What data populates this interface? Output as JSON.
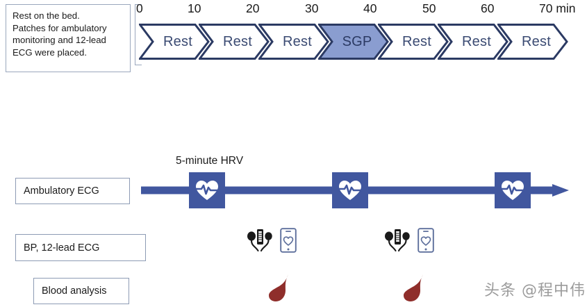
{
  "note": {
    "lines": [
      "Rest on the bed.",
      "Patches for ambulatory",
      "monitoring and 12-lead",
      "ECG were placed."
    ]
  },
  "axis": {
    "unit_label": "70 min",
    "ticks": [
      "0",
      "10",
      "20",
      "30",
      "40",
      "50",
      "60"
    ],
    "tick_values": [
      0,
      10,
      20,
      30,
      40,
      50,
      60,
      70
    ],
    "range_min": 0,
    "range_max": 70
  },
  "phases": [
    {
      "label": "Rest",
      "start": 0,
      "end": 10,
      "highlight": false
    },
    {
      "label": "Rest",
      "start": 10,
      "end": 20,
      "highlight": false
    },
    {
      "label": "Rest",
      "start": 20,
      "end": 30,
      "highlight": false
    },
    {
      "label": "SGP",
      "start": 30,
      "end": 40,
      "highlight": true
    },
    {
      "label": "Rest",
      "start": 40,
      "end": 50,
      "highlight": false
    },
    {
      "label": "Rest",
      "start": 50,
      "end": 60,
      "highlight": false
    },
    {
      "label": "Rest",
      "start": 60,
      "end": 70,
      "highlight": false
    }
  ],
  "rows": {
    "ecg": {
      "label": "Ambulatory ECG",
      "caption": "5-minute  HRV",
      "markers": [
        {
          "icon": "heart-pulse-icon",
          "time": 10
        },
        {
          "icon": "heart-pulse-icon",
          "time": 33
        },
        {
          "icon": "heart-pulse-icon",
          "time": 60
        }
      ]
    },
    "bp": {
      "label": "BP, 12-lead ECG",
      "markers": [
        {
          "icons": [
            "sphygmomanometer-icon",
            "phone-heart-icon"
          ],
          "time": 19
        },
        {
          "icons": [
            "sphygmomanometer-icon",
            "phone-heart-icon"
          ],
          "time": 41
        }
      ]
    },
    "blood": {
      "label": "Blood analysis",
      "markers": [
        {
          "icon": "blood-drop-icon",
          "time": 22
        },
        {
          "icon": "blood-drop-icon",
          "time": 43
        }
      ]
    }
  },
  "watermark": {
    "text": "头条 @程中伟"
  },
  "colors": {
    "chevron_border": "#2b3a63",
    "chevron_fill": "#ffffff",
    "chevron_highlight_fill": "#8a9dd0",
    "timeline_blue": "#41579f",
    "box_border": "#8d9bb4",
    "blood_red": "#8f2e2b",
    "text": "#1a1a1a"
  }
}
